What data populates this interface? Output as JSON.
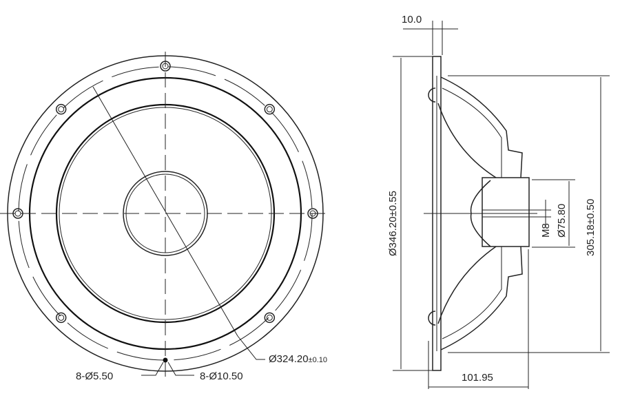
{
  "front_view": {
    "baffle_diameter": "Ø324.20",
    "baffle_tolerance": "±0.10",
    "hole_small": "8-Ø5.50",
    "hole_large": "8-Ø10.50"
  },
  "side_view": {
    "flange_thickness": "10.0",
    "outer_diameter": "Ø346.20±0.55",
    "cutout_diameter": "305.18±0.50",
    "magnet_diameter": "Ø75.80",
    "thread": "M8",
    "mounting_depth": "101.95"
  }
}
